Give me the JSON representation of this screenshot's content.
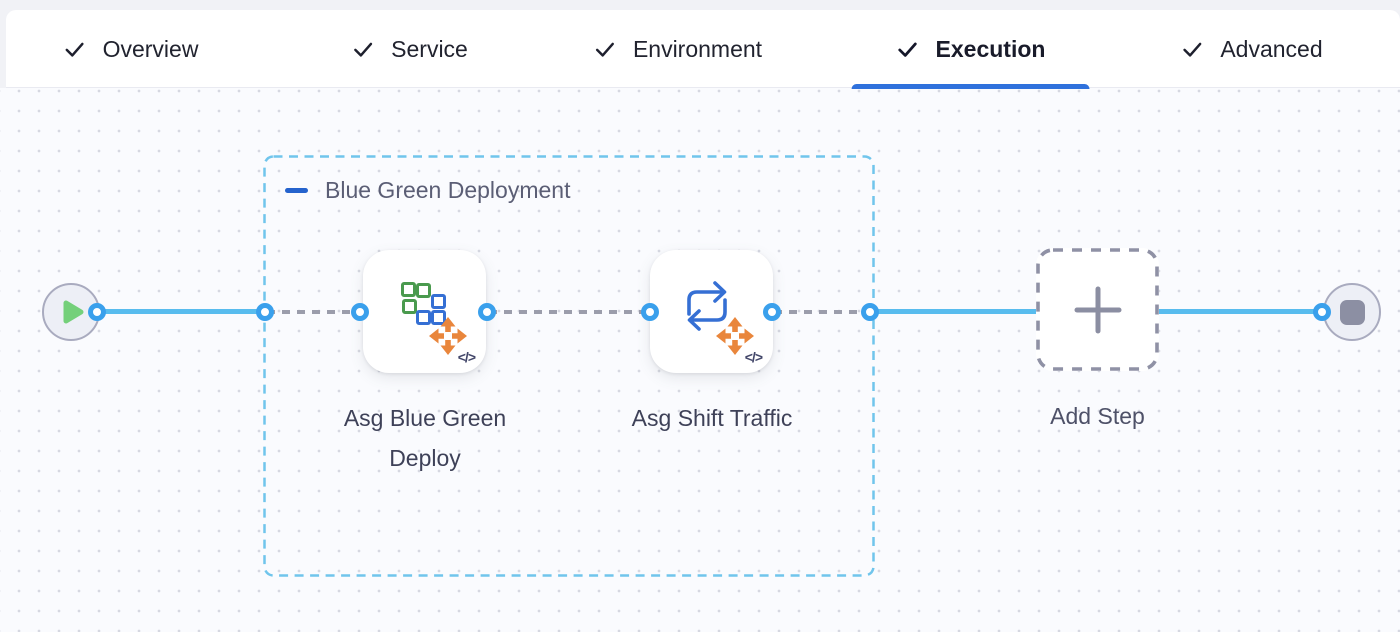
{
  "header": {
    "tabs": [
      {
        "label": "Overview",
        "checked": true,
        "active": false
      },
      {
        "label": "Service",
        "checked": true,
        "active": false
      },
      {
        "label": "Environment",
        "checked": true,
        "active": false
      },
      {
        "label": "Execution",
        "checked": true,
        "active": true
      },
      {
        "label": "Advanced",
        "checked": true,
        "active": false
      }
    ]
  },
  "pipeline": {
    "start_icon": "play-icon",
    "end_icon": "stop-icon",
    "group": {
      "label": "Blue Green Deployment",
      "collapse_icon": "minus-icon",
      "collapsed": false
    },
    "steps": [
      {
        "name": "Asg Blue Green Deploy",
        "icon": "asg-blue-green-deploy-icon",
        "code_badge": "</>"
      },
      {
        "name": "Asg Shift Traffic",
        "icon": "asg-shift-traffic-icon",
        "code_badge": "</>"
      }
    ],
    "add_step": {
      "label": "Add Step",
      "icon": "plus-icon"
    }
  },
  "colors": {
    "active_tab_underline": "#2f71dc",
    "edge_blue": "#58bcee",
    "port_blue": "#3aa0ec",
    "group_border_blue": "#70c5ec",
    "collapse_minus_blue": "#2563cd",
    "icon_green": "#4a9a4e",
    "icon_blue": "#356fd4",
    "icon_orange": "#e9863c",
    "play_green": "#74d07a",
    "stop_gray": "#8c8fa3",
    "dashed_edge_gray": "#9b9dab",
    "add_step_gray": "#8f91a5"
  }
}
